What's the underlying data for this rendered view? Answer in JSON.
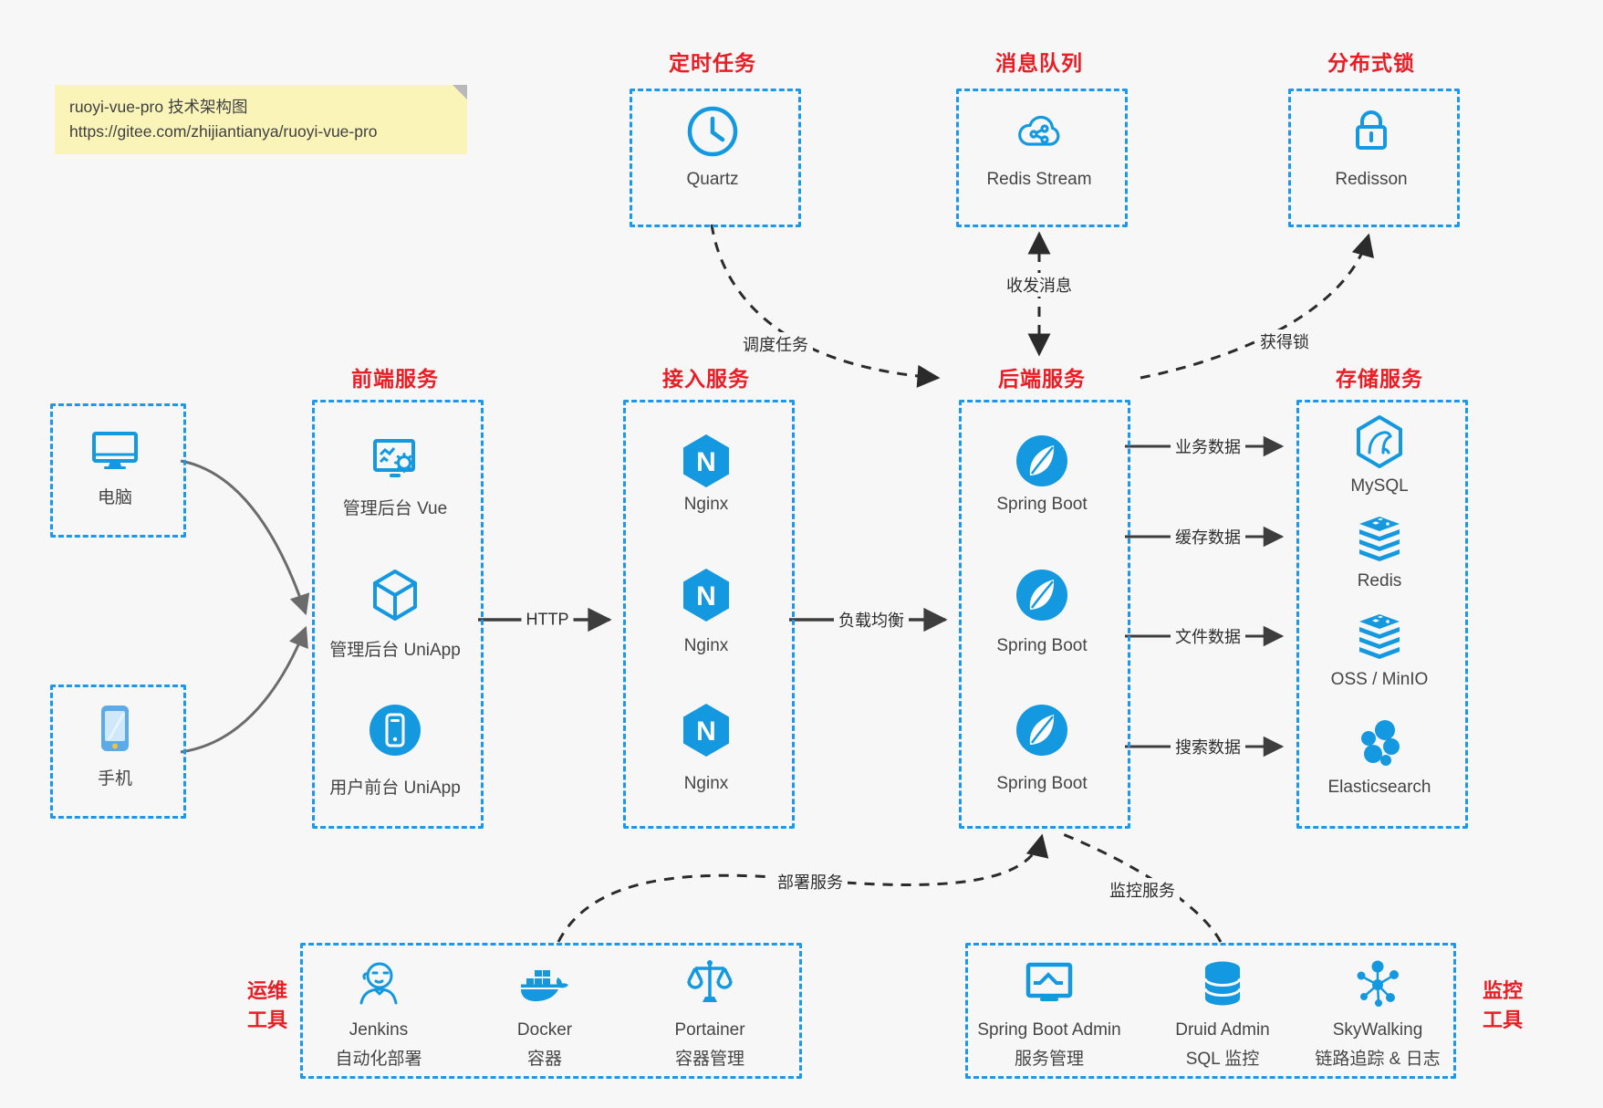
{
  "note": {
    "line1": "ruoyi-vue-pro 技术架构图",
    "line2": "https://gitee.com/zhijiantianya/ruoyi-vue-pro"
  },
  "colors": {
    "accent_blue": "#1b98eb",
    "icon_blue": "#1499e0",
    "title_red": "#ea1c24",
    "note_bg": "#fbf4b9",
    "canvas_bg": "#f7f7f8"
  },
  "top_groups": [
    {
      "title": "定时任务",
      "items": [
        {
          "name": "Quartz",
          "icon": "clock-icon"
        }
      ]
    },
    {
      "title": "消息队列",
      "items": [
        {
          "name": "Redis Stream",
          "icon": "cloud-network-icon"
        }
      ]
    },
    {
      "title": "分布式锁",
      "items": [
        {
          "name": "Redisson",
          "icon": "lock-icon"
        }
      ]
    }
  ],
  "clients": [
    {
      "label": "电脑",
      "icon": "desktop-icon"
    },
    {
      "label": "手机",
      "icon": "smartphone-icon"
    }
  ],
  "columns": [
    {
      "title": "前端服务",
      "items": [
        {
          "label": "管理后台 Vue",
          "icon": "admin-monitor-gear-icon"
        },
        {
          "label": "管理后台 UniApp",
          "icon": "uniapp-cube-icon"
        },
        {
          "label": "用户前台 UniApp",
          "icon": "mobile-app-icon"
        }
      ]
    },
    {
      "title": "接入服务",
      "items": [
        {
          "label": "Nginx",
          "icon": "nginx-icon"
        },
        {
          "label": "Nginx",
          "icon": "nginx-icon"
        },
        {
          "label": "Nginx",
          "icon": "nginx-icon"
        }
      ]
    },
    {
      "title": "后端服务",
      "items": [
        {
          "label": "Spring Boot",
          "icon": "spring-boot-icon"
        },
        {
          "label": "Spring Boot",
          "icon": "spring-boot-icon"
        },
        {
          "label": "Spring Boot",
          "icon": "spring-boot-icon"
        }
      ]
    },
    {
      "title": "存储服务",
      "items": [
        {
          "label": "MySQL",
          "icon": "mysql-icon"
        },
        {
          "label": "Redis",
          "icon": "layers-icon"
        },
        {
          "label": "OSS / MinIO",
          "icon": "layers-icon"
        },
        {
          "label": "Elasticsearch",
          "icon": "elasticsearch-icon"
        }
      ]
    }
  ],
  "edges": {
    "http": "HTTP",
    "load_balance": "负载均衡",
    "schedule": "调度任务",
    "message": "收发消息",
    "lock": "获得锁",
    "business_data": "业务数据",
    "cache_data": "缓存数据",
    "file_data": "文件数据",
    "search_data": "搜索数据",
    "deploy": "部署服务",
    "monitor": "监控服务"
  },
  "ops": {
    "label_line1": "运维",
    "label_line2": "工具",
    "items": [
      {
        "name": "Jenkins",
        "desc": "自动化部署",
        "icon": "jenkins-icon"
      },
      {
        "name": "Docker",
        "desc": "容器",
        "icon": "docker-whale-icon"
      },
      {
        "name": "Portainer",
        "desc": "容器管理",
        "icon": "scales-icon"
      }
    ]
  },
  "monitoring": {
    "label_line1": "监控",
    "label_line2": "工具",
    "items": [
      {
        "name": "Spring Boot Admin",
        "desc": "服务管理",
        "icon": "monitor-chart-icon"
      },
      {
        "name": "Druid Admin",
        "desc": "SQL 监控",
        "icon": "database-icon"
      },
      {
        "name": "SkyWalking",
        "desc": "链路追踪 & 日志",
        "icon": "topology-icon"
      }
    ]
  }
}
